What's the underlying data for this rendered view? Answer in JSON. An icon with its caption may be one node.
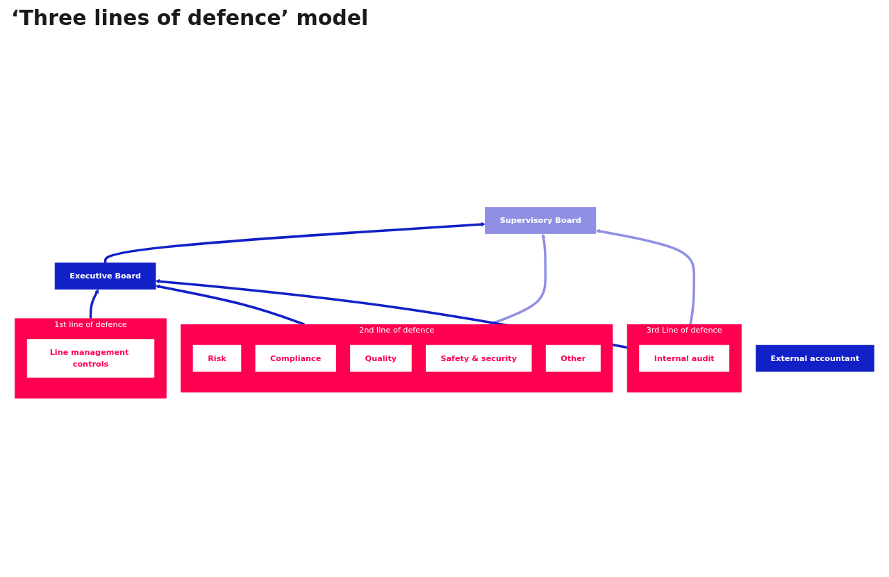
{
  "diagram": {
    "title": "‘Three lines of defence’ model",
    "nodes": [
      {
        "text": [
          "Supervisory Board"
        ]
      },
      {
        "text": [
          "Executive Board"
        ]
      },
      {
        "text": [
          "External accountant"
        ]
      },
      {
        "text": [
          "1st line of defence"
        ]
      },
      {
        "text": [
          "Line management controls"
        ],
        "in": 3
      },
      {
        "text": [
          "2nd line of defence"
        ]
      },
      {
        "text": [
          "Risk"
        ],
        "in": 5
      },
      {
        "text": [
          "Compliance"
        ],
        "in": 5
      },
      {
        "text": [
          "Quality"
        ],
        "in": 5
      },
      {
        "text": [
          "Safety & security"
        ],
        "in": 5
      },
      {
        "text": [
          "Other"
        ],
        "in": 5
      },
      {
        "text": [
          "3rd Line of defence"
        ]
      },
      {
        "text": [
          "Internal audit"
        ],
        "in": 11
      }
    ],
    "edges": [
      {
        "from": 1,
        "to": 0,
        "arrow": "to"
      },
      {
        "from": 5,
        "to": 0,
        "arrow": "to",
        "color": "#8f8fe3"
      },
      {
        "from": 11,
        "to": 0,
        "arrow": "to",
        "color": "#8f8fe3"
      },
      {
        "from": 3,
        "to": 1,
        "arrow": "to"
      },
      {
        "from": 5,
        "to": 1,
        "arrow": "to"
      },
      {
        "from": 11,
        "to": 1,
        "arrow": "to"
      }
    ]
  }
}
